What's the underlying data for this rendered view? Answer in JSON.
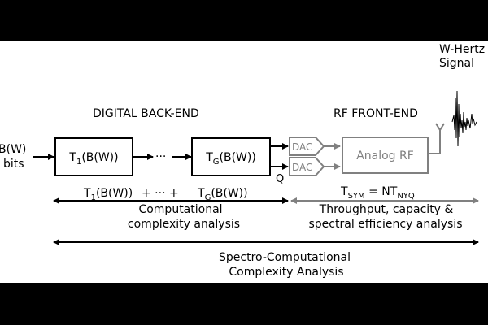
{
  "input": {
    "line1": "B(W)",
    "line2": "bits"
  },
  "signal": {
    "line1": "W-Hertz",
    "line2": "Signal"
  },
  "sections": {
    "digital": "DIGITAL BACK-END",
    "rf": "RF FRONT-END"
  },
  "blocks": {
    "t1": {
      "main": "T",
      "sub": "1",
      "rest": "(B(W))"
    },
    "dots": "···",
    "tg": {
      "main": "T",
      "sub": "G",
      "rest": "(B(W))"
    },
    "dac": "DAC",
    "q": "Q",
    "analog": "Analog RF"
  },
  "equation": {
    "t1": {
      "main": "T",
      "sub": "1",
      "rest": "(B(W))"
    },
    "mid": "+ ··· +",
    "tg": {
      "main": "T",
      "sub": "G",
      "rest": "(B(W))"
    }
  },
  "tsym": {
    "t": "T",
    "sub1": "SYM",
    "eq": " = NT",
    "sub2": "NYQ"
  },
  "analysis": {
    "comp_line1": "Computational",
    "comp_line2": "complexity analysis",
    "thr_line1": "Throughput, capacity &",
    "thr_line2": "spectral efficiency analysis",
    "spec_line1": "Spectro-Computational",
    "spec_line2": "Complexity Analysis"
  },
  "colors": {
    "black": "#000000",
    "gray": "#808080",
    "background": "#ffffff",
    "letterbox": "#000000"
  }
}
